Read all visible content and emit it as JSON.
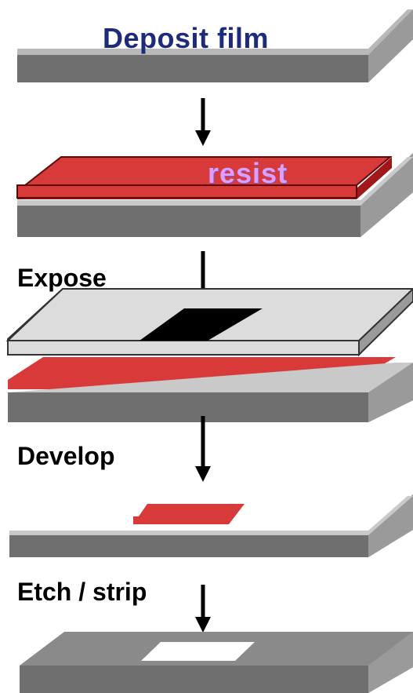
{
  "steps": {
    "deposit": "Deposit film",
    "resist": "resist",
    "expose": "Expose",
    "develop": "Develop",
    "etch": "Etch / strip"
  },
  "colors": {
    "substrate_top": "#b9b9b9",
    "substrate_front": "#6f6f6f",
    "substrate_side": "#9a9a9a",
    "resist": "#d83a3a",
    "resist_dark": "#a01818",
    "mask": "#dcdcdc",
    "mask_pattern": "#000000",
    "title": "#1e2b7a",
    "arrow": "#000000"
  },
  "icons": [
    "down-arrow-icon"
  ]
}
